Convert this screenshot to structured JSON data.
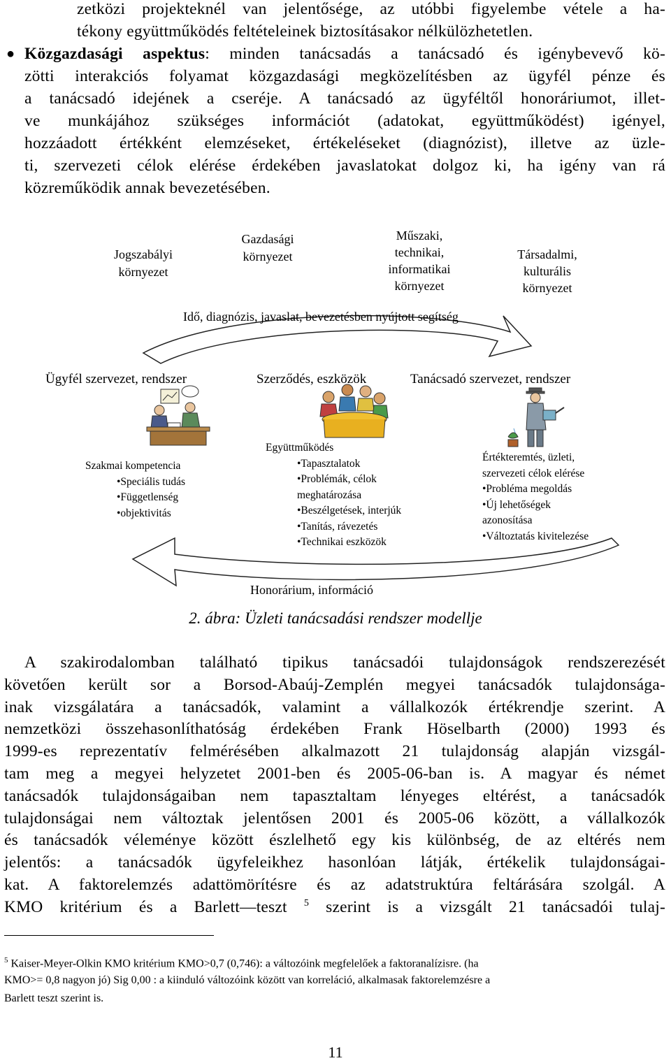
{
  "top_paragraph": {
    "line1": "zetközi projekteknél van jelentősége, az utóbbi figyelembe vétele a ha-",
    "line2": "tékony együttműködés feltételeinek biztosításakor nélkülözhetetlen.",
    "bullet_term": "Közgazdasági aspektus",
    "bullet_line1_rest": ": minden tanácsadás a tanácsadó és igénybevevő kö-",
    "line4": "zötti interakciós folyamat közgazdasági megközelítésben az ügyfél pénze és",
    "line5": "a tanácsadó idejének a cseréje. A tanácsadó az ügyféltől honoráriumot, illet-",
    "line6": "ve munkájához szükséges információt (adatokat, együttműködést) igényel,",
    "line7": "hozzáadott értékként elemzéseket, értékeléseket (diagnózist), illetve az üzle-",
    "line8": "ti, szervezeti célok elérése érdekében javaslatokat dolgoz ki, ha igény van rá",
    "line9": "közreműködik annak bevezetésében."
  },
  "diagram": {
    "env": {
      "jogszabalyi": [
        "Jogszabályi",
        "környezet"
      ],
      "gazdasagi": [
        "Gazdasági",
        "környezet"
      ],
      "muszaki": [
        "Műszaki,",
        "technikai,",
        "informatikai",
        "környezet"
      ],
      "tarsadalmi": [
        "Társadalmi,",
        "kulturális",
        "környezet"
      ]
    },
    "top_arrow_label": "Idő, diagnózis, javaslat, bevezetésben nyújtott segítség",
    "columns": {
      "client": "Ügyfél szervezet, rendszer",
      "contract": "Szerződés, eszközök",
      "consultant": "Tanácsadó szervezet, rendszer"
    },
    "client_box": {
      "title": "Szakmai kompetencia",
      "items": [
        "•Speciális tudás",
        "•Függetlenség",
        "•objektivitás"
      ]
    },
    "contract_box": {
      "title": "Együttműködés",
      "items": [
        "•Tapasztalatok",
        "•Problémák, célok",
        "meghatározása",
        "•Beszélgetések, interjúk",
        "•Tanítás, rávezetés",
        "•Technikai eszközök"
      ]
    },
    "consultant_box": {
      "lines": [
        "Értékteremtés, üzleti,",
        "szervezeti célok elérése",
        "•Probléma megoldás",
        "•Új lehetőségek",
        "azonosítása",
        "•Változtatás kivitelezése"
      ]
    },
    "bottom_arrow_label": "Honorárium, információ",
    "illustrations": [
      "meeting-clipart",
      "team-table-clipart",
      "gardener-watering-clipart"
    ]
  },
  "caption": "2. ábra: Üzleti tanácsadási rendszer modellje",
  "body_paragraph": [
    "A szakirodalomban található tipikus tanácsadói tulajdonságok rendszerezését",
    "követően került sor a Borsod-Abaúj-Zemplén megyei tanácsadók tulajdonsága-",
    "inak vizsgálatára a tanácsadók, valamint a vállalkozók értékrendje szerint. A",
    "nemzetközi összehasonlíthatóság érdekében Frank Höselbarth (2000) 1993 és",
    "1999-es reprezentatív felmérésében alkalmazott 21 tulajdonság alapján vizsgál-",
    "tam meg a megyei helyzetet 2001-ben és 2005-06-ban is. A magyar és német",
    "tanácsadók tulajdonságaiban nem tapasztaltam lényeges eltérést, a tanácsadók",
    "tulajdonságai nem változtak jelentősen 2001 és 2005-06 között, a vállalkozók",
    "és tanácsadók véleménye között észlelhető egy kis különbség, de az eltérés nem",
    "jelentős: a tanácsadók ügyfeleikhez hasonlóan látják, értékelik tulajdonságai-",
    "kat. A faktorelemzés adattömörítésre és az adatstruktúra feltárására szolgál. A"
  ],
  "last_line": {
    "before": "KMO kritérium és a Barlett—teszt ",
    "sup": "5",
    "after": " szerint is a vizsgált 21 tanácsadói tulaj-"
  },
  "footnote": {
    "number": "5",
    "line1": "Kaiser-Meyer-Olkin KMO kritérium KMO>0,7 (0,746): a változóink megfelelőek  a faktoranalízisre. (ha",
    "line2": "KMO>= 0,8 nagyon jó) Sig 0,00 : a kiinduló változóink között van korreláció, alkalmasak faktorelemzésre a",
    "line3": "Barlett teszt szerint is."
  },
  "page_number": "11"
}
